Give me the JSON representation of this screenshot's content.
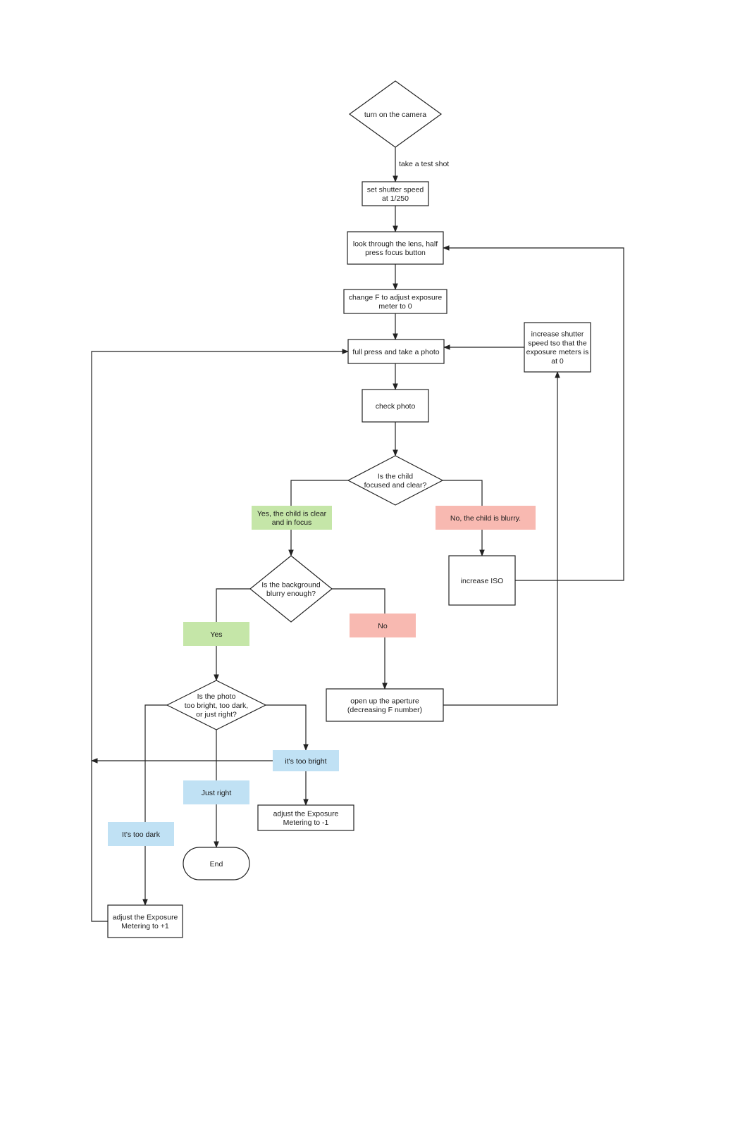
{
  "flowchart": {
    "start": {
      "lines": [
        "turn on the camera"
      ]
    },
    "edge_label_test_shot": "take a test shot",
    "set_shutter": {
      "lines": [
        "set shutter speed",
        "at 1/250"
      ]
    },
    "look_through": {
      "lines": [
        "look through the lens, half",
        "press focus button"
      ]
    },
    "change_f": {
      "lines": [
        "change F to adjust exposure",
        "meter to 0"
      ]
    },
    "full_press": {
      "lines": [
        "full press and take a photo"
      ]
    },
    "increase_shutter": {
      "lines": [
        "increase shutter",
        "speed tso that the",
        "exposure meters is",
        "at 0"
      ]
    },
    "check_photo": {
      "lines": [
        "check photo"
      ]
    },
    "child_decision": {
      "lines": [
        "Is the child",
        "focused and clear?"
      ]
    },
    "child_yes": {
      "lines": [
        "Yes, the child is clear",
        "and in focus"
      ]
    },
    "child_no": {
      "lines": [
        "No, the child is blurry."
      ]
    },
    "increase_iso": {
      "lines": [
        "increase ISO"
      ]
    },
    "bg_decision": {
      "lines": [
        "Is the background",
        "blurry enough?"
      ]
    },
    "bg_yes": {
      "lines": [
        "Yes"
      ]
    },
    "bg_no": {
      "lines": [
        "No"
      ]
    },
    "open_aperture": {
      "lines": [
        "open up the aperture",
        "(decreasing F number)"
      ]
    },
    "exposure_decision": {
      "lines": [
        "Is the photo",
        "too bright, too dark,",
        "or just right?"
      ]
    },
    "too_bright": {
      "lines": [
        "it's too bright"
      ]
    },
    "just_right": {
      "lines": [
        "Just right"
      ]
    },
    "too_dark": {
      "lines": [
        "It's too dark"
      ]
    },
    "adjust_minus": {
      "lines": [
        "adjust the Exposure",
        "Metering to -1"
      ]
    },
    "end": {
      "lines": [
        "End"
      ]
    },
    "adjust_plus": {
      "lines": [
        "adjust the Exposure",
        "Metering to +1"
      ]
    }
  },
  "colors": {
    "yes_green": "#c5e6a8",
    "no_red": "#f8b9b1",
    "info_blue": "#c0e1f4",
    "line": "#222222",
    "text": "#1a1a1a"
  }
}
